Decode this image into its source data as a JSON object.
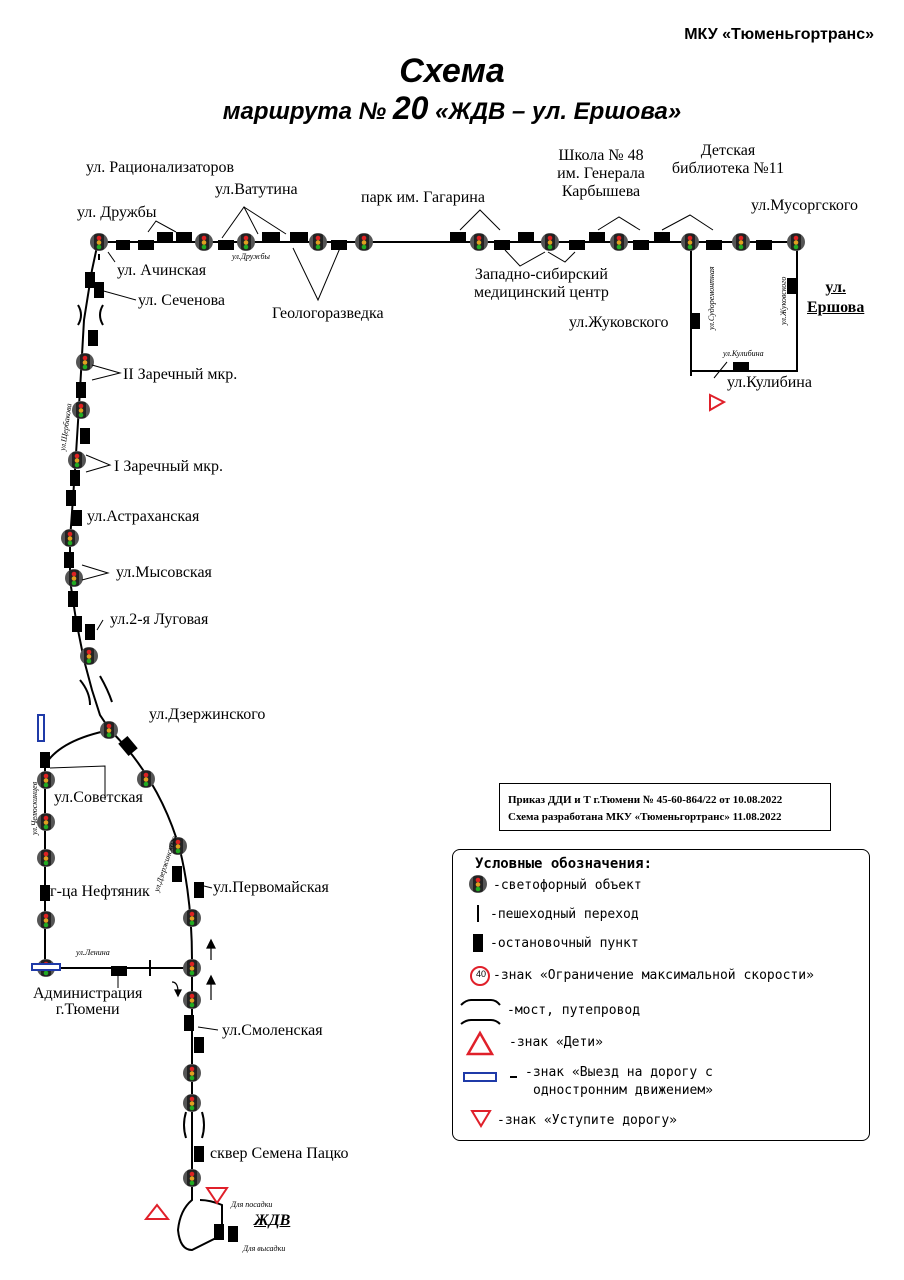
{
  "header": {
    "organization": "МКУ «Тюменьгортранс»",
    "title": "Схема",
    "subtitle_prefix": "маршрута №",
    "route_number": "20",
    "subtitle_suffix": "«ЖДВ – ул. Ершова»"
  },
  "stops": {
    "racionalizatorov": "ул. Рационализаторов",
    "vatutina": "ул.Ватутина",
    "druzhby": "ул. Дружбы",
    "druzhby_small": "ул.Дружбы",
    "gagarin_park": "парк им. Гагарина",
    "school48_l1": "Школа № 48",
    "school48_l2": "им. Генерала",
    "school48_l3": "Карбышева",
    "library_l1": "Детская",
    "library_l2": "библиотека №11",
    "musorgskogo": "ул.Мусоргского",
    "achinskaya": "ул. Ачинская",
    "geologorazvedka": "Геологоразведка",
    "medcenter_l1": "Западно-сибирский",
    "medcenter_l2": "медицинский центр",
    "sechenova": "ул. Сеченова",
    "zhukovskogo": "ул.Жуковского",
    "ershova_l1": "ул.",
    "ershova_l2": "Ершова",
    "kulibina": "ул.Кулибина",
    "kulibina_small": "ул.Кулибина",
    "sudoremontnaya_small": "ул.Судоремонтная",
    "zhukovskogo_small": "ул.Жуковского",
    "zarechny2": "II Заречный мкр.",
    "shcherbakova_small": "ул.Щербакова",
    "zarechny1": "I Заречный мкр.",
    "astrakhanskaya": "ул.Астраханская",
    "mysovskaya": "ул.Мысовская",
    "lugovaya2": "ул.2-я Луговая",
    "dzerzhinskogo": "ул.Дзержинского",
    "chelyuskincev_small": "ул.Челюскинцев",
    "sovetskaya": "ул.Советская",
    "dzerzhinskogo_small": "ул.Дзержинского",
    "neftyanik": "г-ца Нефтяник",
    "pervomaiskaya": "ул.Первомайская",
    "lenina_small": "ул.Ленина",
    "administration_l1": "Администрация",
    "administration_l2": "г.Тюмени",
    "smolenskaya": "ул.Смоленская",
    "skver": "сквер Семена Пацко",
    "boarding": "Для посадки",
    "zhdv": "ЖДВ",
    "alighting": "Для высадки"
  },
  "order": {
    "line1": "Приказ ДДИ и Т г.Тюмени № 45-60-864/22 от 10.08.2022",
    "line2": "Схема разработана МКУ «Тюменьгортранс» 11.08.2022"
  },
  "legend": {
    "title": "Условные обозначения:",
    "items": [
      {
        "icon": "traffic-light-icon",
        "text": "-светофорный объект"
      },
      {
        "icon": "pedestrian-crossing-icon",
        "text": "-пешеходный переход"
      },
      {
        "icon": "bus-stop-icon",
        "text": "-остановочный пункт"
      },
      {
        "icon": "speed-limit-icon",
        "icon_text": "40",
        "text": "-знак «Ограничение максимальной скорости»"
      },
      {
        "icon": "bridge-icon",
        "text": "-мост, путепровод"
      },
      {
        "icon": "children-sign-icon",
        "text": "-знак «Дети»"
      },
      {
        "icon": "one-way-exit-icon",
        "text": "-знак «Выезд на дорогу с",
        "text2": "одностронним движением»"
      },
      {
        "icon": "yield-sign-icon",
        "text": "-знак «Уступите дорогу»"
      }
    ]
  },
  "colors": {
    "line": "#000000",
    "stop": "#000000",
    "sign_red": "#e0202a",
    "sign_blue": "#1f3aa8",
    "light_body": "#333333"
  }
}
